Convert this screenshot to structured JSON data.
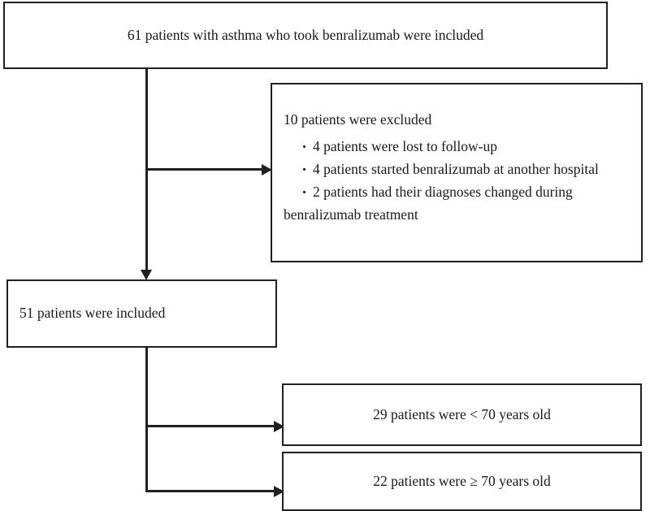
{
  "figure": {
    "type": "patient-selection-flowchart",
    "title": "Patient selection flow diagram"
  },
  "nodes": {
    "enrolled": {
      "text": "61 patients with asthma who took benralizumab were included",
      "count": 61
    },
    "excluded": {
      "heading": "10 patients were excluded",
      "count": 10,
      "bullet_marker": "・",
      "items": [
        {
          "text": "4 patients were lost to follow-up",
          "count": 4
        },
        {
          "text": "4 patients started benralizumab at another hospital",
          "count": 4
        },
        {
          "text": "2 patients had their diagnoses changed during",
          "continuation": "benralizumab treatment",
          "count": 2
        }
      ]
    },
    "included": {
      "text": "51 patients were included",
      "count": 51
    },
    "under70": {
      "text": "29 patients were < 70 years old",
      "count": 29
    },
    "over70": {
      "text": "22 patients were ≥ 70 years old",
      "count": 22
    }
  },
  "colors": {
    "stroke": "#231f20",
    "text": "#1a1a1a",
    "background": "#ffffff"
  }
}
